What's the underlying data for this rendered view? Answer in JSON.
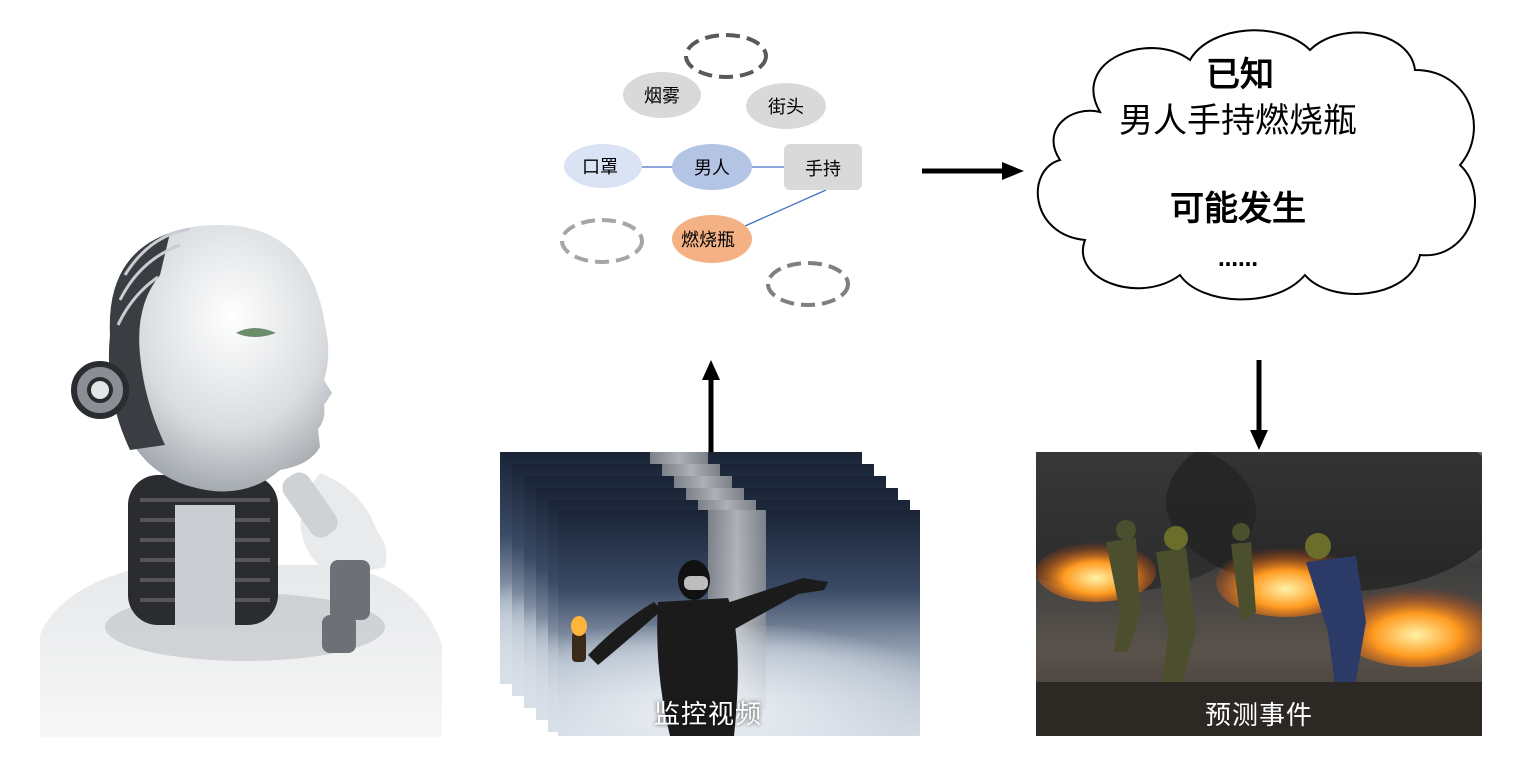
{
  "graph": {
    "nodes": {
      "smoke": "烟雾",
      "street": "街头",
      "mask": "口罩",
      "man": "男人",
      "holding": "手持",
      "molotov": "燃烧瓶"
    }
  },
  "cloud": {
    "heading": "已知",
    "known": "男人手持燃烧瓶",
    "possible": "可能发生",
    "ellipsis": "……"
  },
  "captions": {
    "video": "监控视频",
    "event": "预测事件"
  },
  "colors": {
    "smoke_node": "#d9d9d9",
    "street_node": "#d9d9d9",
    "mask_node": "#dae3f3",
    "man_node": "#b4c4e5",
    "holding_node": "#d9d9d9",
    "molotov_node": "#f4b183",
    "edge": "#4472c4",
    "arrow": "#000000",
    "dashed": "#595959"
  }
}
